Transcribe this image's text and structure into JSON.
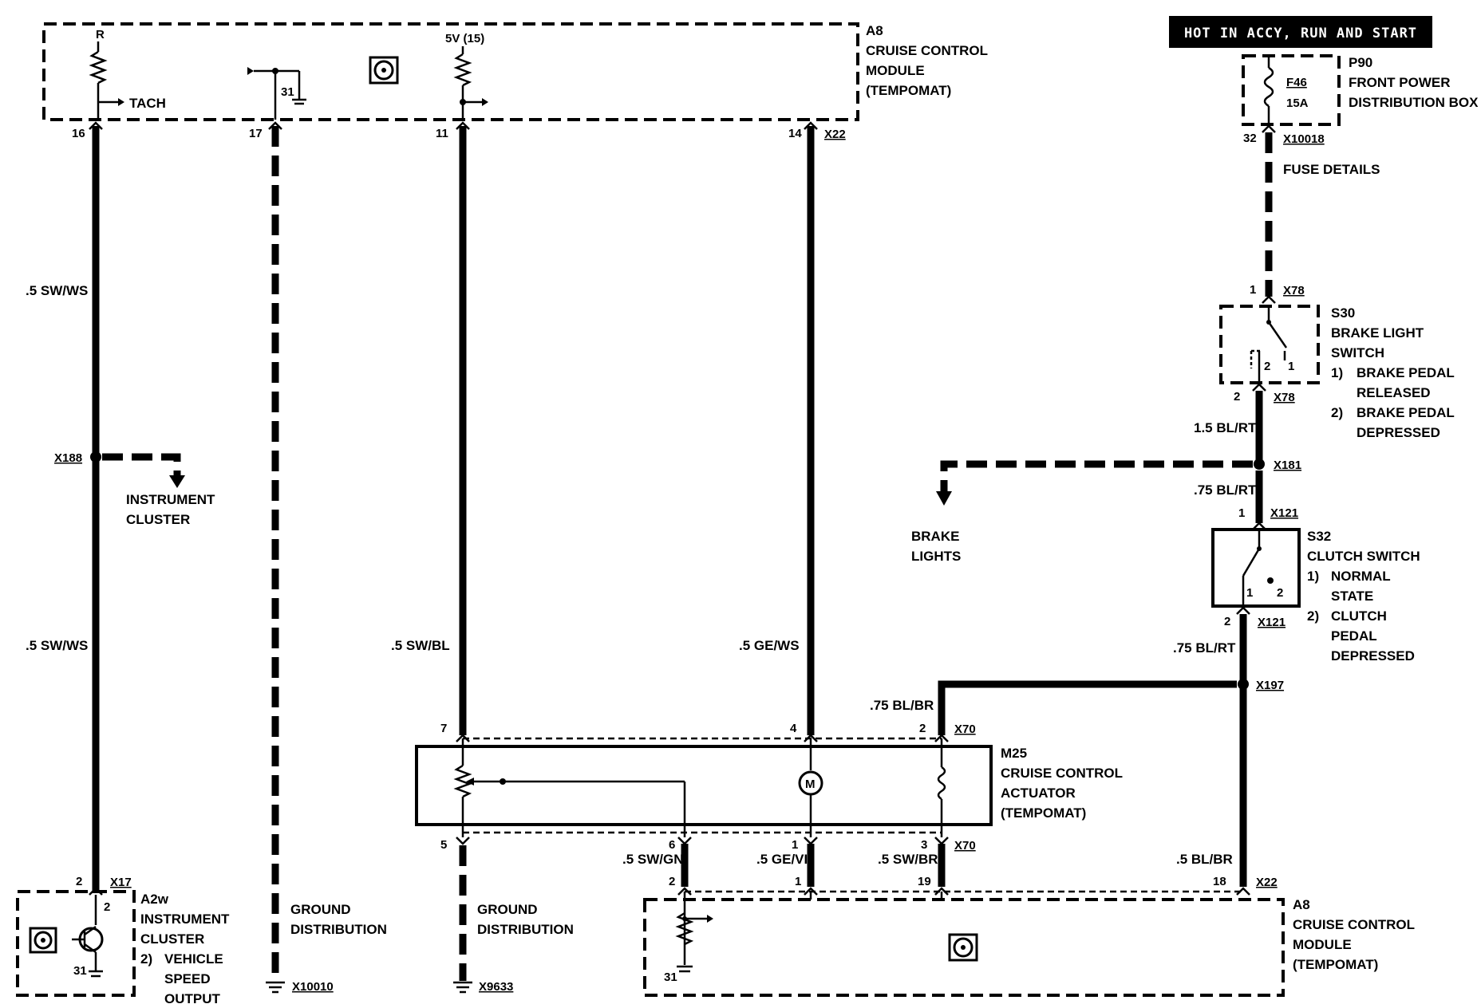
{
  "header_banner": "HOT IN ACCY, RUN AND START",
  "fuse_box": {
    "id": "P90",
    "name_line1": "FRONT POWER",
    "name_line2": "DISTRIBUTION BOX",
    "fuse_id": "F46",
    "fuse_rating": "15A",
    "pin": "32",
    "connector": "X10018",
    "note": "FUSE DETAILS"
  },
  "module_top": {
    "id": "A8",
    "name_line1": "CRUISE CONTROL",
    "name_line2": "MODULE",
    "name_line3": "(TEMPOMAT)",
    "label_r": "R",
    "label_tach": "TACH",
    "label_5v": "5V (15)",
    "label_31": "31",
    "pins": [
      "16",
      "17",
      "11",
      "14"
    ],
    "connector": "X22"
  },
  "wires": {
    "w16a": ".5 SW/WS",
    "w16b": ".5 SW/WS",
    "w11": ".5 SW/BL",
    "w14": ".5 GE/WS",
    "w_x78": "1.5 BL/RT",
    "w_x181": ".75 BL/RT",
    "w_x121": ".75 BL/RT",
    "w_x70": ".75 BL/BR",
    "w6": ".5 SW/GN",
    "w1": ".5 GE/VI",
    "w3": ".5 SW/BR",
    "w18": ".5 BL/BR"
  },
  "splice_x188": {
    "connector": "X188",
    "dest_line1": "INSTRUMENT",
    "dest_line2": "CLUSTER"
  },
  "brake_switch": {
    "id": "S30",
    "name_line1": "BRAKE LIGHT",
    "name_line2": "SWITCH",
    "note1_num": "1)",
    "note1_line1": "BRAKE PEDAL",
    "note1_line2": "RELEASED",
    "note2_num": "2)",
    "note2_line1": "BRAKE PEDAL",
    "note2_line2": "DEPRESSED",
    "pin_in": "1",
    "pin_out": "2",
    "contact2": "2",
    "contact1": "1",
    "connector": "X78"
  },
  "splice_x181": {
    "connector": "X181",
    "dest_line1": "BRAKE",
    "dest_line2": "LIGHTS"
  },
  "clutch_switch": {
    "id": "S32",
    "name": "CLUTCH SWITCH",
    "note1_num": "1)",
    "note1_line1": "NORMAL",
    "note1_line2": "STATE",
    "note2_num": "2)",
    "note2_line1": "CLUTCH",
    "note2_line2": "PEDAL",
    "note2_line3": "DEPRESSED",
    "pin_in": "1",
    "pin_out": "2",
    "contact1": "1",
    "contact2": "2",
    "connector": "X121"
  },
  "splice_x197": {
    "connector": "X197"
  },
  "actuator": {
    "id": "M25",
    "name_line1": "CRUISE CONTROL",
    "name_line2": "ACTUATOR",
    "name_line3": "(TEMPOMAT)",
    "motor": "M",
    "top_pins": [
      "7",
      "4",
      "2"
    ],
    "bottom_pins": [
      "5",
      "6",
      "1",
      "3"
    ],
    "connector": "X70"
  },
  "module_bottom": {
    "id": "A8",
    "name_line1": "CRUISE CONTROL",
    "name_line2": "MODULE",
    "name_line3": "(TEMPOMAT)",
    "pins": [
      "2",
      "1",
      "19",
      "18"
    ],
    "connector": "X22",
    "label_31": "31"
  },
  "cluster": {
    "id": "A2w",
    "name_line1": "INSTRUMENT",
    "name_line2": "CLUSTER",
    "note_num": "2)",
    "note_line1": "VEHICLE",
    "note_line2": "SPEED",
    "note_line3": "OUTPUT",
    "pin": "2",
    "inner_pin": "2",
    "label_31": "31",
    "connector": "X17"
  },
  "ground1": {
    "line1": "GROUND",
    "line2": "DISTRIBUTION",
    "connector": "X10010"
  },
  "ground2": {
    "line1": "GROUND",
    "line2": "DISTRIBUTION",
    "connector": "X9633"
  }
}
